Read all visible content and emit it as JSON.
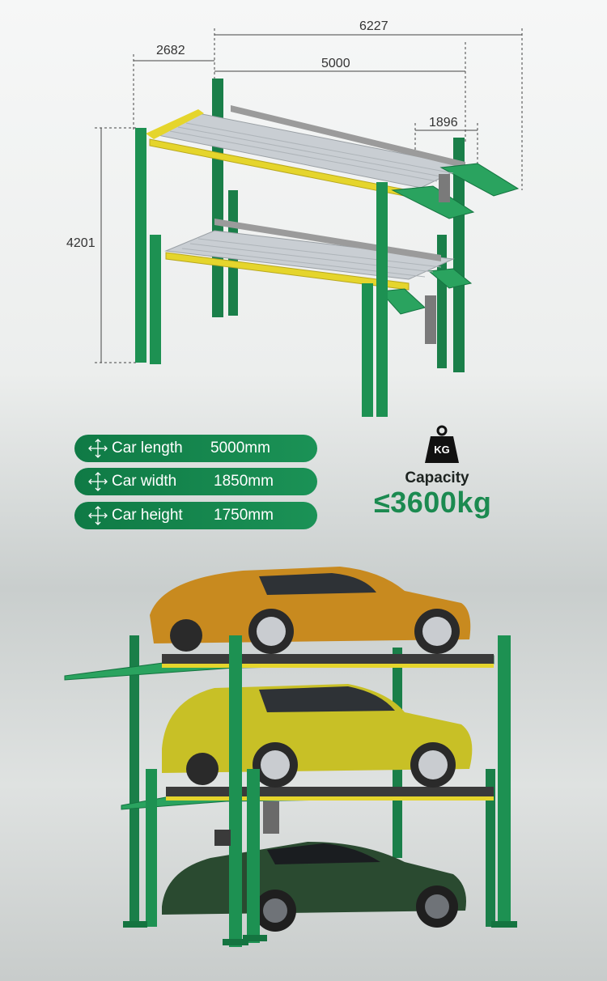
{
  "dimensions": {
    "overall_length": "6227",
    "front_extension": "2682",
    "platform_length": "5000",
    "ramp_width": "1896",
    "height": "4201"
  },
  "specs": [
    {
      "icon": "arrows-cross-icon",
      "label": "Car length",
      "value": "5000mm"
    },
    {
      "icon": "arrows-cross-icon",
      "label": "Car width",
      "value": "1850mm"
    },
    {
      "icon": "arrows-cross-icon",
      "label": "Car height",
      "value": "1750mm"
    }
  ],
  "capacity": {
    "icon": "weight-kg-icon",
    "weight_text": "KG",
    "title": "Capacity",
    "value": "≤3600kg"
  },
  "colors": {
    "frame_green": "#1b8a50",
    "platform_yellow": "#e6d32a",
    "pill_green": "#1b9256"
  }
}
